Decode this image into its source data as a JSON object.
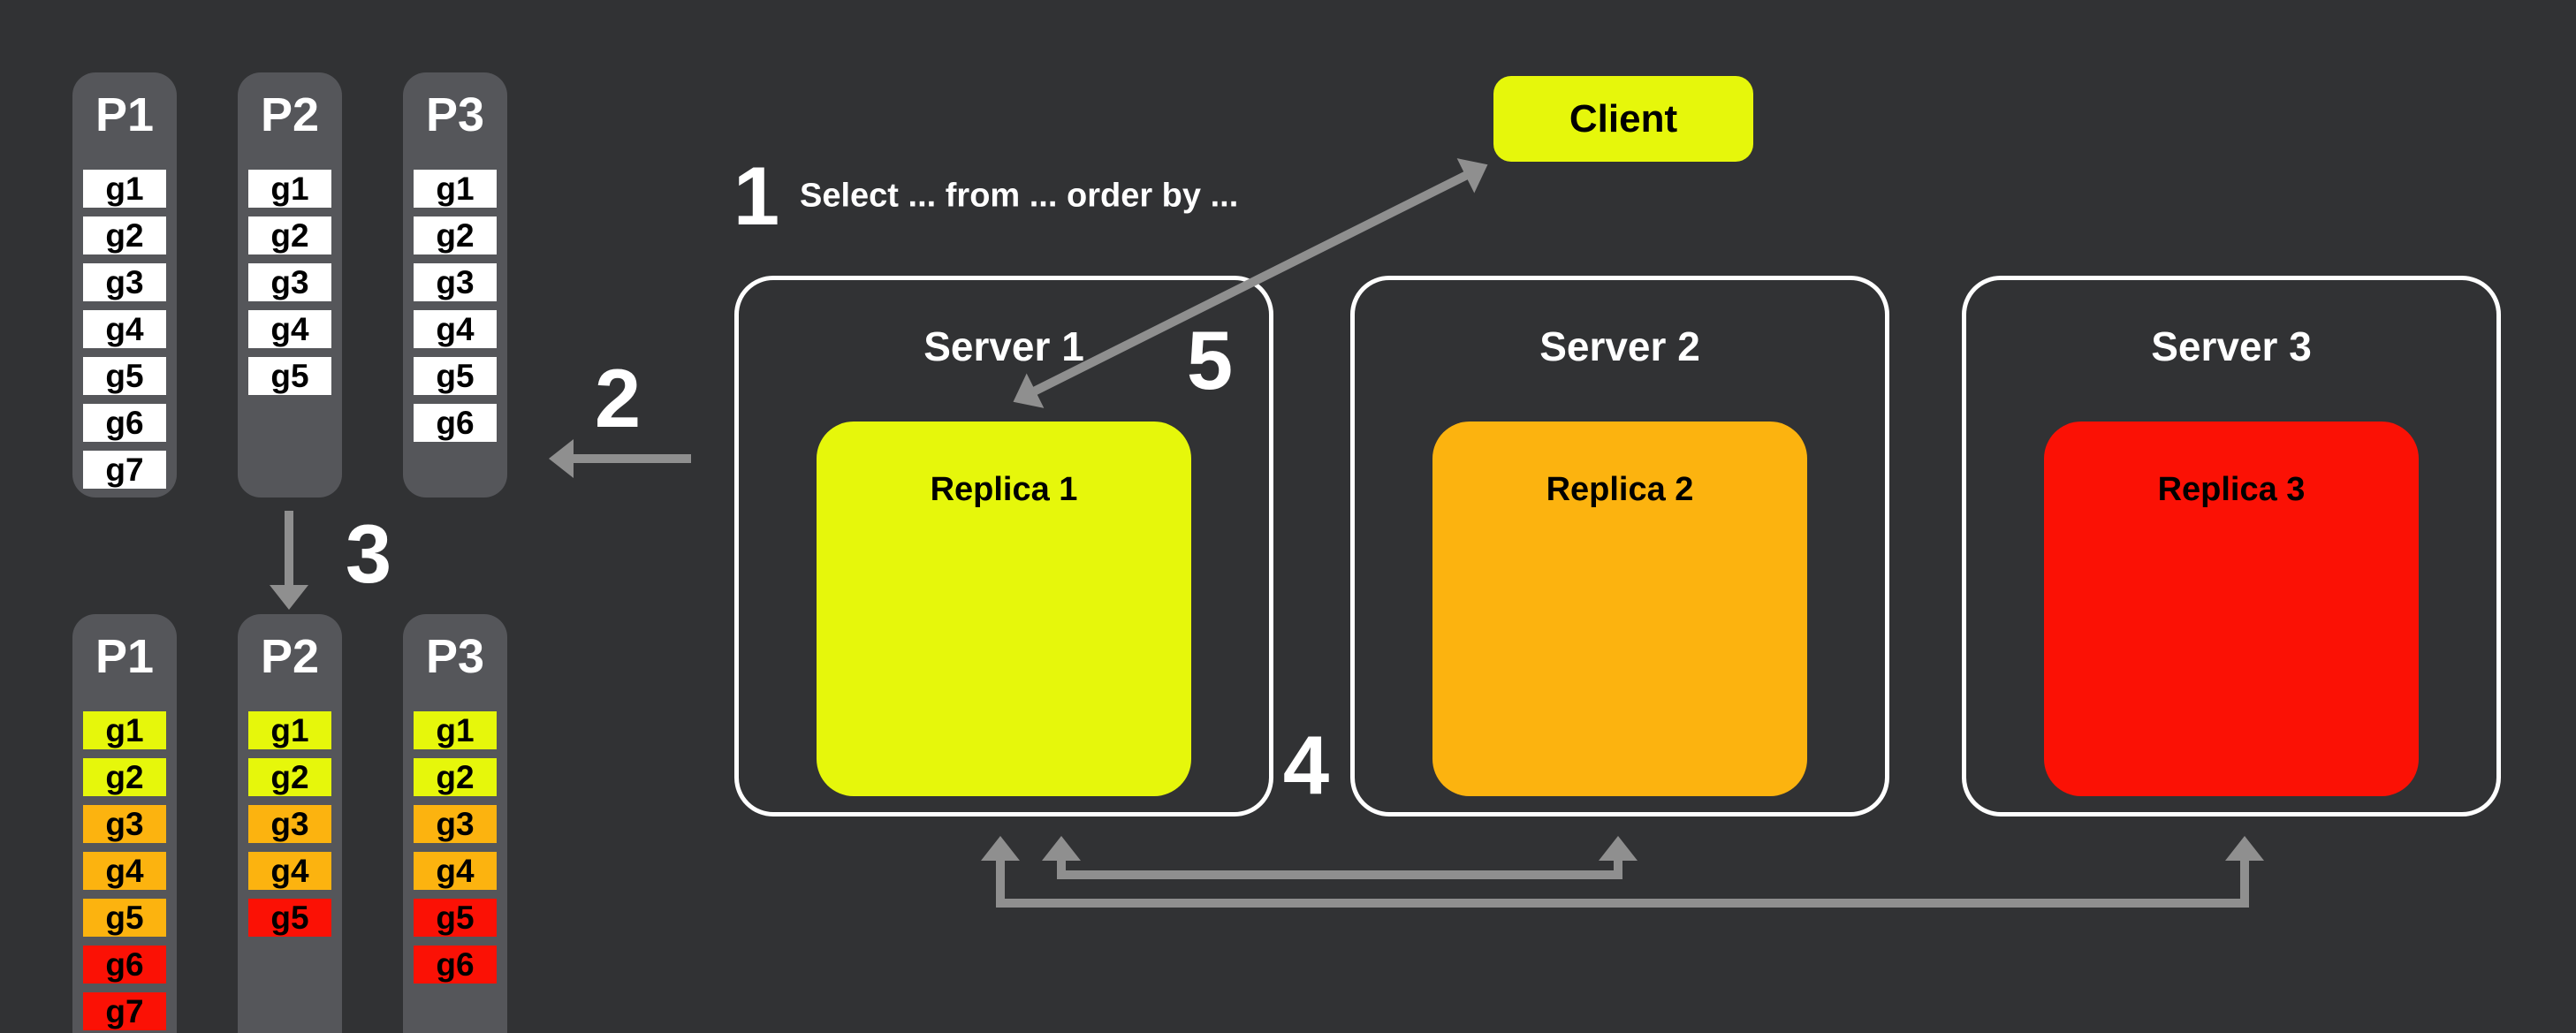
{
  "canvas": {
    "background": "#313234"
  },
  "colors": {
    "yellow": "#e6f70b",
    "orange": "#fcb30f",
    "red": "#fb1105",
    "panel_gray": "#55565a",
    "arrow_gray": "#8f8f8f",
    "border_white": "#ffffff"
  },
  "query_text": "Select ... from ... order by ...",
  "step_labels": [
    "1",
    "2",
    "3",
    "4",
    "5"
  ],
  "client": {
    "label": "Client",
    "color": "#e6f70b"
  },
  "servers": [
    {
      "label": "Server 1",
      "replica": {
        "label": "Replica 1",
        "color": "#e6f70b"
      }
    },
    {
      "label": "Server 2",
      "replica": {
        "label": "Replica 2",
        "color": "#fcb30f"
      }
    },
    {
      "label": "Server 3",
      "replica": {
        "label": "Replica 3",
        "color": "#fb1105"
      }
    }
  ],
  "partitions": {
    "unsorted": [
      {
        "label": "P1",
        "cells": [
          {
            "label": "g1",
            "color": "#ffffff"
          },
          {
            "label": "g2",
            "color": "#ffffff"
          },
          {
            "label": "g3",
            "color": "#ffffff"
          },
          {
            "label": "g4",
            "color": "#ffffff"
          },
          {
            "label": "g5",
            "color": "#ffffff"
          },
          {
            "label": "g6",
            "color": "#ffffff"
          },
          {
            "label": "g7",
            "color": "#ffffff"
          }
        ]
      },
      {
        "label": "P2",
        "cells": [
          {
            "label": "g1",
            "color": "#ffffff"
          },
          {
            "label": "g2",
            "color": "#ffffff"
          },
          {
            "label": "g3",
            "color": "#ffffff"
          },
          {
            "label": "g4",
            "color": "#ffffff"
          },
          {
            "label": "g5",
            "color": "#ffffff"
          }
        ]
      },
      {
        "label": "P3",
        "cells": [
          {
            "label": "g1",
            "color": "#ffffff"
          },
          {
            "label": "g2",
            "color": "#ffffff"
          },
          {
            "label": "g3",
            "color": "#ffffff"
          },
          {
            "label": "g4",
            "color": "#ffffff"
          },
          {
            "label": "g5",
            "color": "#ffffff"
          },
          {
            "label": "g6",
            "color": "#ffffff"
          }
        ]
      }
    ],
    "sorted": [
      {
        "label": "P1",
        "cells": [
          {
            "label": "g1",
            "color": "#e6f70b"
          },
          {
            "label": "g2",
            "color": "#e6f70b"
          },
          {
            "label": "g3",
            "color": "#fcb30f"
          },
          {
            "label": "g4",
            "color": "#fcb30f"
          },
          {
            "label": "g5",
            "color": "#fcb30f"
          },
          {
            "label": "g6",
            "color": "#fb1105"
          },
          {
            "label": "g7",
            "color": "#fb1105"
          }
        ]
      },
      {
        "label": "P2",
        "cells": [
          {
            "label": "g1",
            "color": "#e6f70b"
          },
          {
            "label": "g2",
            "color": "#e6f70b"
          },
          {
            "label": "g3",
            "color": "#fcb30f"
          },
          {
            "label": "g4",
            "color": "#fcb30f"
          },
          {
            "label": "g5",
            "color": "#fb1105"
          }
        ]
      },
      {
        "label": "P3",
        "cells": [
          {
            "label": "g1",
            "color": "#e6f70b"
          },
          {
            "label": "g2",
            "color": "#e6f70b"
          },
          {
            "label": "g3",
            "color": "#fcb30f"
          },
          {
            "label": "g4",
            "color": "#fcb30f"
          },
          {
            "label": "g5",
            "color": "#fb1105"
          },
          {
            "label": "g6",
            "color": "#fb1105"
          }
        ]
      }
    ]
  }
}
